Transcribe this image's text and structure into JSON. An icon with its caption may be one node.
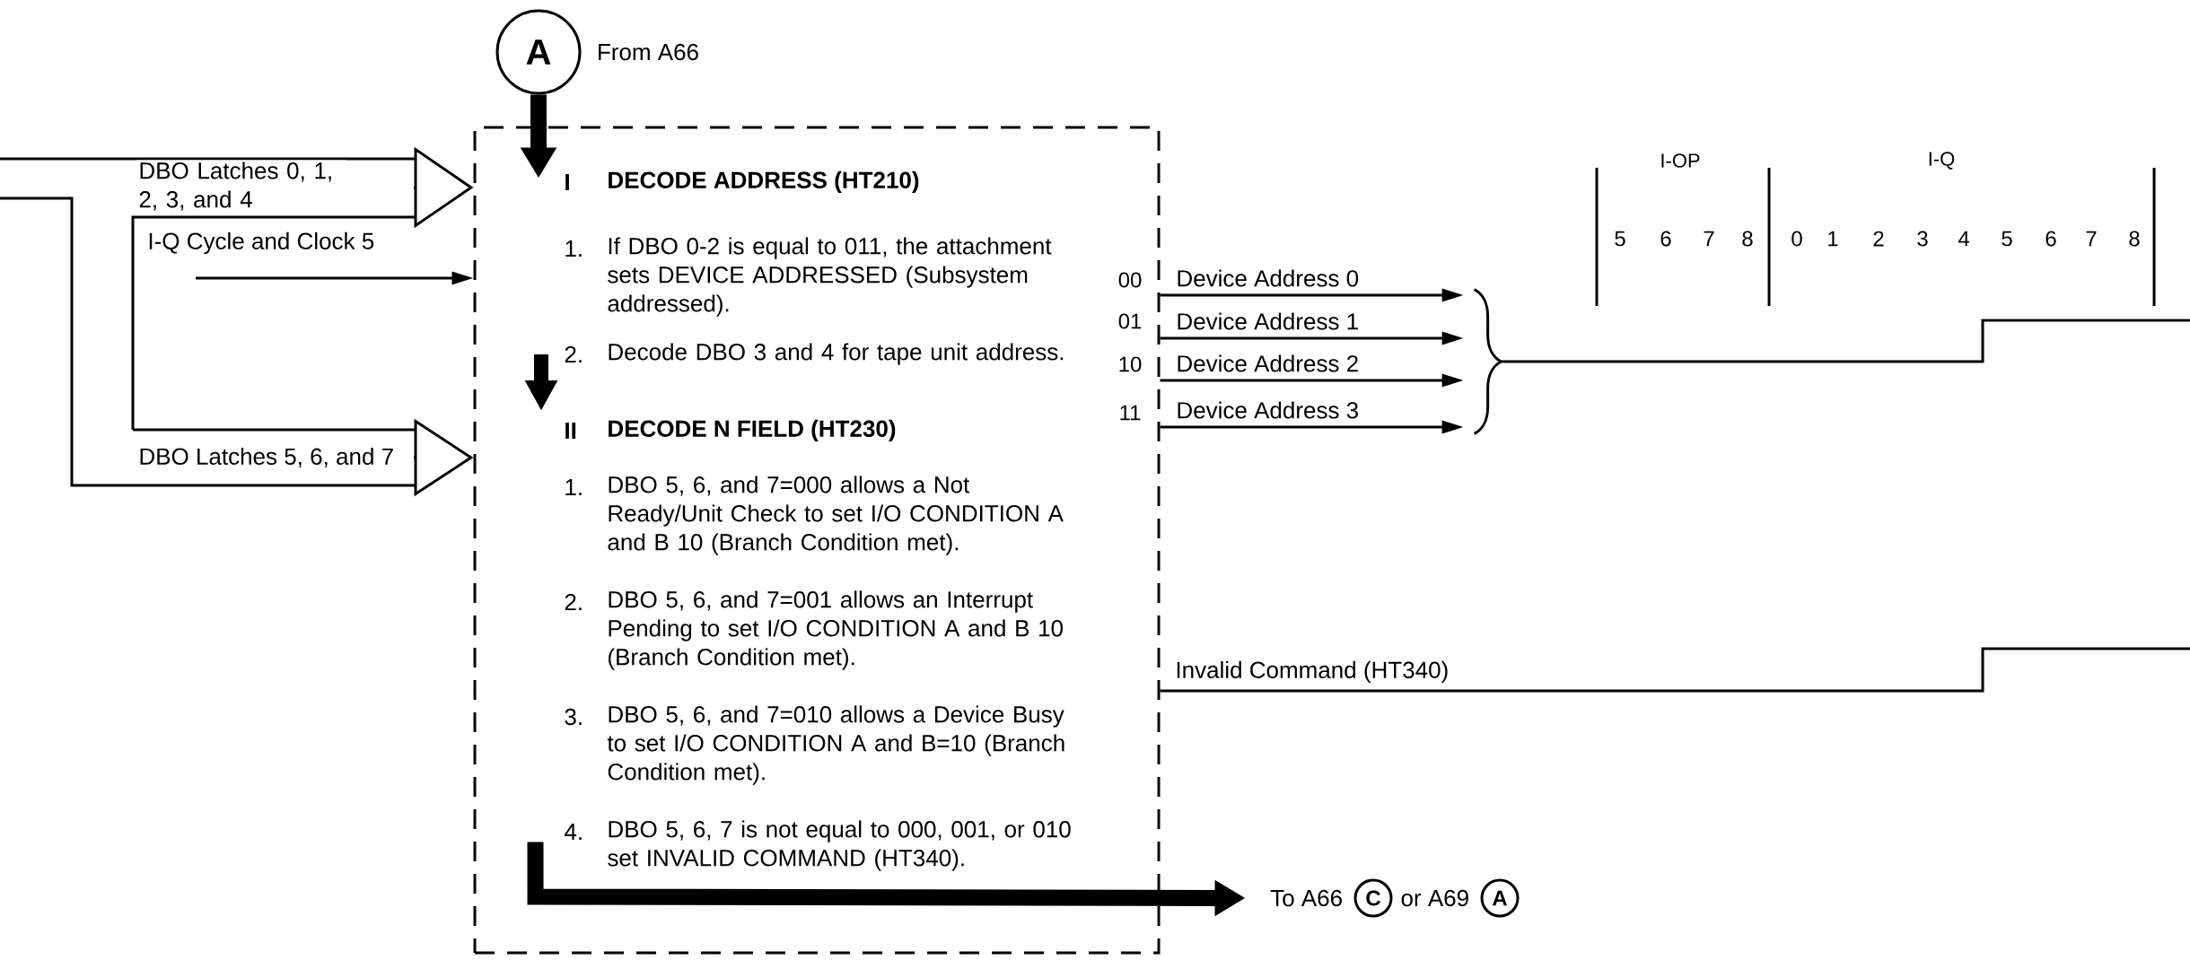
{
  "diagram": {
    "nodes": [
      {
        "text": [
          "A"
        ],
        "beside": [
          "From A66"
        ]
      },
      {
        "text": [
          "I",
          "DECODE ADDRESS (HT210)",
          "1.",
          "If DBO 0-2 is equal to 011, the attachment sets DEVICE ADDRESSED (Subsystem addressed).",
          "2.",
          "Decode DBO 3 and 4 for tape unit address.",
          "II",
          "DECODE N FIELD (HT230)",
          "1.",
          "DBO 5, 6, and 7=000 allows a Not Ready/Unit Check to set I/O CONDITION A and B 10 (Branch Condition met).",
          "2.",
          "DBO 5, 6, and 7=001 allows an Interrupt Pending to set I/O CONDITION A and B 10 (Branch Condition met).",
          "3.",
          "DBO 5, 6, and 7=010 allows a Device Busy to set I/O CONDITION A and B=10 (Branch Condition met).",
          "4.",
          "DBO 5, 6, 7 is not equal to 000, 001, or 010 set INVALID COMMAND (HT340)."
        ]
      },
      {
        "text": [
          "C"
        ],
        "beside": [
          "To A66"
        ]
      },
      {
        "text": [
          "A"
        ],
        "beside": [
          "or A69"
        ]
      },
      {
        "text": [],
        "shape": "brace"
      }
    ],
    "edges": [
      {
        "from": 0,
        "to": 1,
        "arrow": "to",
        "style": "thick"
      },
      {
        "from": null,
        "to": 1,
        "arrow": "to",
        "label": "DBO Latches 0, 1, 2, 3, and 4"
      },
      {
        "from": null,
        "to": 1,
        "arrow": "to",
        "label": "DBO Latches 5, 6, and 7"
      },
      {
        "from": null,
        "to": 1,
        "arrow": "to",
        "label": "I-Q Cycle and Clock 5"
      },
      {
        "from": 1,
        "to": 4,
        "arrow": "to",
        "label": "Device Address 0"
      },
      {
        "from": 1,
        "to": 4,
        "arrow": "to",
        "label": "Device Address 1"
      },
      {
        "from": 1,
        "to": 4,
        "arrow": "to",
        "label": "Device Address 2"
      },
      {
        "from": 1,
        "to": 4,
        "arrow": "to",
        "label": "Device Address 3"
      },
      {
        "from": 1,
        "to": null,
        "arrow": "none",
        "label": "Invalid Command (HT340)"
      },
      {
        "from": 1,
        "to": 2,
        "arrow": "to",
        "style": "thick"
      },
      {
        "from": 4,
        "to": null,
        "arrow": "none"
      }
    ],
    "labels": [
      "I-OP",
      "I-Q",
      "5",
      "6",
      "7",
      "8",
      "0",
      "1",
      "2",
      "3",
      "4",
      "5",
      "6",
      "7",
      "8",
      "00",
      "01",
      "10",
      "11"
    ]
  }
}
